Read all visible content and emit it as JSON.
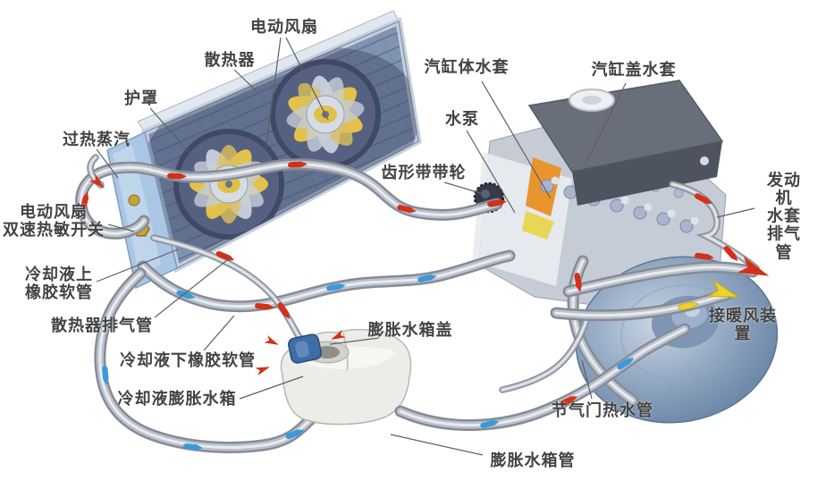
{
  "labels": {
    "electric_fan": "电动风扇",
    "radiator": "散热器",
    "shroud": "护罩",
    "superheated_steam": "过热蒸汽",
    "fan_thermal_switch": "电动风扇\n双速热敏开关",
    "upper_rubber_hose": "冷却液上\n橡胶软管",
    "radiator_vent_pipe": "散热器排气管",
    "lower_rubber_hose": "冷却液下橡胶软管",
    "coolant_expansion_tank": "冷却液膨胀水箱",
    "expansion_tank_cap": "膨胀水箱盖",
    "expansion_tank_pipe": "膨胀水箱管",
    "throttle_hot_water_pipe": "节气门热水管",
    "heater_connection": "接暖风装置",
    "engine_jacket_vent_pipe": "发动机\n水套排气管",
    "cylinder_block_jacket": "汽缸体水套",
    "cylinder_head_jacket": "汽缸盖水套",
    "water_pump": "水泵",
    "toothed_belt_pulley": "齿形带带轮"
  },
  "colors": {
    "hot_flow_red": "#d43018",
    "cold_flow_blue": "#3a9ad9",
    "warm_flow_yellow": "#ecd32a",
    "fan_blade_yellow": "#e2c24a",
    "radiator_blue": "#8093b1",
    "pipe_metal_gray": "#bcc2ca",
    "label_text": "#434343"
  }
}
